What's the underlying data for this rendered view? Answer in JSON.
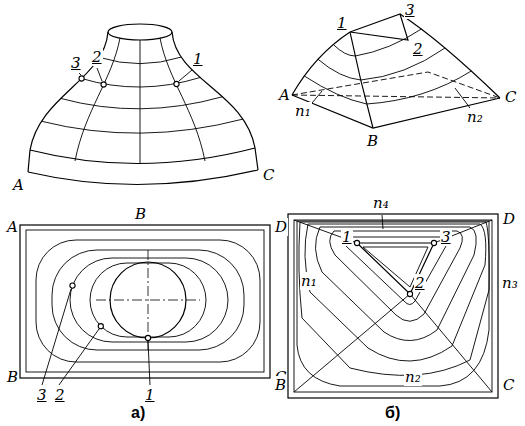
{
  "diagram": {
    "labels": [
      "2",
      "3",
      "1",
      "A",
      "C",
      "A",
      "B",
      "D",
      "B",
      "C",
      "3",
      "2",
      "1",
      "а)",
      "1",
      "3",
      "2",
      "A",
      "B",
      "C",
      "n₁",
      "n₂",
      "n₄",
      "D",
      "1",
      "3",
      "n₁",
      "2",
      "n₃",
      "B",
      "n₂",
      "C",
      "б)"
    ]
  }
}
